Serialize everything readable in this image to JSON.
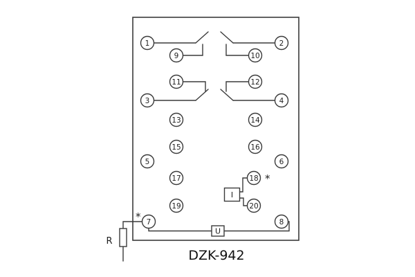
{
  "title": "DZK-942",
  "labels": {
    "resistor": "R",
    "coil_u": "U",
    "coil_i": "I",
    "asterisk_near_18": "*",
    "asterisk_near_7": "*"
  },
  "terminals": {
    "t1": "1",
    "t2": "2",
    "t3": "3",
    "t4": "4",
    "t5": "5",
    "t6": "6",
    "t7": "7",
    "t8": "8",
    "t9": "9",
    "t10": "10",
    "t11": "11",
    "t12": "12",
    "t13": "13",
    "t14": "14",
    "t15": "15",
    "t16": "16",
    "t17": "17",
    "t18": "18",
    "t19": "19",
    "t20": "20"
  },
  "colors": {
    "line": "#3a3a3a",
    "background": "#ffffff",
    "text": "#1f1f1f"
  }
}
